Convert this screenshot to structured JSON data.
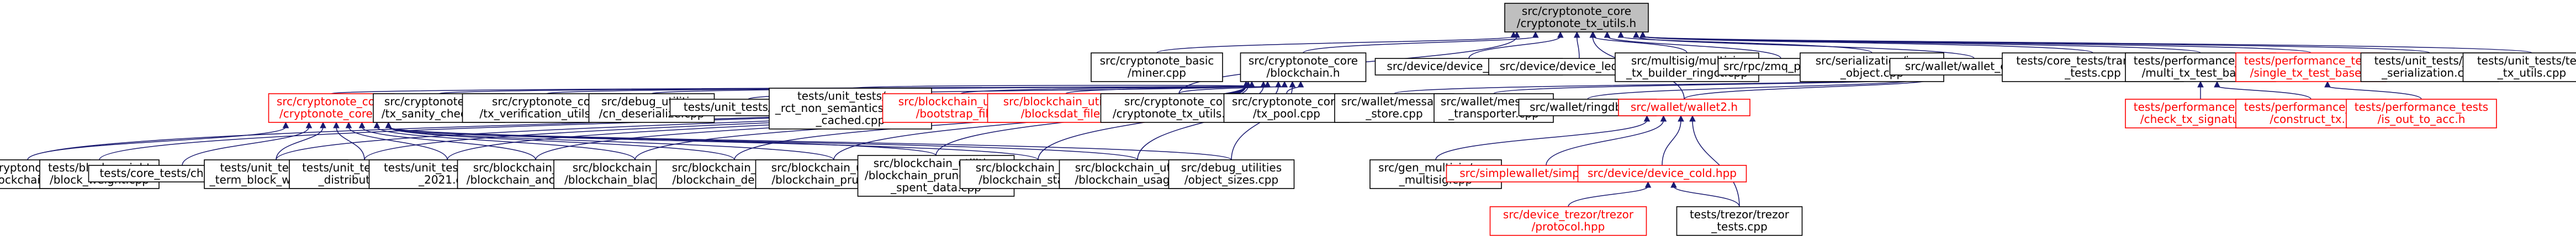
{
  "graph": {
    "colors": {
      "edge": "#191970",
      "root_fill": "#bfbfbf",
      "broken_link": "#ff0000"
    },
    "nodes": [
      {
        "id": "root",
        "lines": [
          "src/cryptonote_core",
          "/cryptonote_tx_utils.h"
        ],
        "root": true
      },
      {
        "id": "miner",
        "lines": [
          "src/cryptonote_basic",
          "/miner.cpp"
        ]
      },
      {
        "id": "bc_h",
        "lines": [
          "src/cryptonote_core",
          "/blockchain.h"
        ]
      },
      {
        "id": "devdef",
        "lines": [
          "src/device/device_default.cpp"
        ]
      },
      {
        "id": "devldg",
        "lines": [
          "src/device/device_ledger.cpp"
        ]
      },
      {
        "id": "msig",
        "lines": [
          "src/multisig/multisig",
          "_tx_builder_ringct.cpp"
        ]
      },
      {
        "id": "rpc",
        "lines": [
          "src/rpc/zmq_pub.cpp"
        ]
      },
      {
        "id": "ser",
        "lines": [
          "src/serialization/json",
          "_object.cpp"
        ]
      },
      {
        "id": "werr",
        "lines": [
          "src/wallet/wallet_errors.h"
        ]
      },
      {
        "id": "ctt",
        "lines": [
          "tests/core_tests/transaction",
          "_tests.cpp"
        ]
      },
      {
        "id": "mtb",
        "lines": [
          "tests/performance_tests",
          "/multi_tx_test_base.h"
        ]
      },
      {
        "id": "stb",
        "lines": [
          "tests/performance_tests",
          "/single_tx_test_base.h"
        ],
        "red": true
      },
      {
        "id": "json",
        "lines": [
          "tests/unit_tests/json",
          "_serialization.cpp"
        ]
      },
      {
        "id": "tut",
        "lines": [
          "tests/unit_tests/test",
          "_tx_utils.cpp"
        ]
      },
      {
        "id": "cc_h",
        "lines": [
          "src/cryptonote_core",
          "/cryptonote_core.h"
        ],
        "red": true
      },
      {
        "id": "san",
        "lines": [
          "src/cryptonote_core",
          "/tx_sanity_check.cpp"
        ]
      },
      {
        "id": "verif",
        "lines": [
          "src/cryptonote_core",
          "/tx_verification_utils.cpp"
        ]
      },
      {
        "id": "desr",
        "lines": [
          "src/debug_utilities",
          "/cn_deserialize.cpp"
        ]
      },
      {
        "id": "fee",
        "lines": [
          "tests/unit_tests/fee.cpp"
        ]
      },
      {
        "id": "ver",
        "lines": [
          "tests/unit_tests/ver",
          "_rct_non_semantics_simple",
          "_cached.cpp"
        ]
      },
      {
        "id": "boot",
        "lines": [
          "src/blockchain_utilities",
          "/bootstrap_file.h"
        ],
        "red": true
      },
      {
        "id": "bdb",
        "lines": [
          "src/blockchain_utilities",
          "/blocksdat_file.h"
        ],
        "red": true
      },
      {
        "id": "txu",
        "lines": [
          "src/cryptonote_core",
          "/cryptonote_tx_utils.cpp"
        ]
      },
      {
        "id": "pool",
        "lines": [
          "src/cryptonote_core",
          "/tx_pool.cpp"
        ]
      },
      {
        "id": "wmsg",
        "lines": [
          "src/wallet/message",
          "_store.cpp"
        ]
      },
      {
        "id": "wtr",
        "lines": [
          "src/wallet/message",
          "_transporter.cpp"
        ]
      },
      {
        "id": "rpcd",
        "lines": [
          "src/wallet/ringdb.cpp"
        ]
      },
      {
        "id": "w2",
        "lines": [
          "src/wallet/wallet2.h"
        ],
        "red": true
      },
      {
        "id": "cts",
        "lines": [
          "tests/performance_tests",
          "/check_tx_signature.h"
        ],
        "red": true
      },
      {
        "id": "ctx",
        "lines": [
          "tests/performance_tests",
          "/construct_tx.h"
        ],
        "red": true
      },
      {
        "id": "oka",
        "lines": [
          "tests/performance_tests",
          "/is_out_to_acc.h"
        ],
        "red": true
      },
      {
        "id": "bcc",
        "lines": [
          "src/cryptonote_core",
          "/blockchain.cpp"
        ]
      },
      {
        "id": "bw",
        "lines": [
          "tests/block_weight",
          "/block_weight.cpp"
        ]
      },
      {
        "id": "chg",
        "lines": [
          "tests/core_tests/chaingen.cpp"
        ]
      },
      {
        "id": "lterm",
        "lines": [
          "tests/unit_tests/long",
          "_term_block_weight.cpp"
        ]
      },
      {
        "id": "outd",
        "lines": [
          "tests/unit_tests/output",
          "_distribution.cpp"
        ]
      },
      {
        "id": "scal",
        "lines": [
          "tests/unit_tests/scaling",
          "_2021.cpp"
        ]
      },
      {
        "id": "anc",
        "lines": [
          "src/blockchain_utilities",
          "/blockchain_ancestry.cpp"
        ]
      },
      {
        "id": "bball",
        "lines": [
          "src/blockchain_utilities",
          "/blockchain_blackball.cpp"
        ]
      },
      {
        "id": "depth",
        "lines": [
          "src/blockchain_utilities",
          "/blockchain_depth.cpp"
        ]
      },
      {
        "id": "prune",
        "lines": [
          "src/blockchain_utilities",
          "/blockchain_prune.cpp"
        ]
      },
      {
        "id": "pks",
        "lines": [
          "src/blockchain_utilities",
          "/blockchain_prune_known",
          "_spent_data.cpp"
        ]
      },
      {
        "id": "stats",
        "lines": [
          "src/blockchain_utilities",
          "/blockchain_stats.cpp"
        ]
      },
      {
        "id": "usage",
        "lines": [
          "src/blockchain_utilities",
          "/blockchain_usage.cpp"
        ]
      },
      {
        "id": "osz",
        "lines": [
          "src/debug_utilities",
          "/object_sizes.cpp"
        ]
      },
      {
        "id": "gen",
        "lines": [
          "src/gen_multisig/gen",
          "_multisig.cpp"
        ]
      },
      {
        "id": "sw",
        "lines": [
          "src/simplewallet/simplewallet.h"
        ],
        "red": true
      },
      {
        "id": "cold",
        "lines": [
          "src/device/device_cold.hpp"
        ],
        "red": true
      },
      {
        "id": "trez",
        "lines": [
          "src/device_trezor/trezor",
          "/protocol.hpp"
        ],
        "red": true
      },
      {
        "id": "ttc",
        "lines": [
          "tests/trezor/trezor",
          "_tests.cpp"
        ]
      }
    ]
  }
}
